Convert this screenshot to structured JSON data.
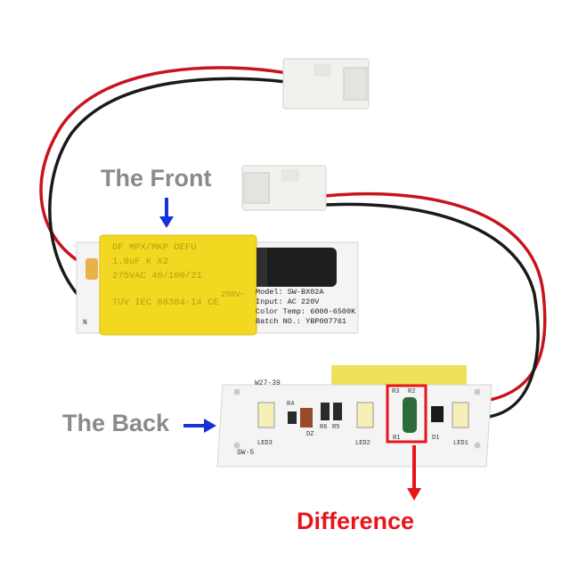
{
  "labels": {
    "front": "The Front",
    "back": "The Back",
    "difference": "Difference"
  },
  "front_board": {
    "capacitor_lines": [
      "DF  MPX/MKP DEFU",
      "1.8uF  K  X2",
      "275VAC 40/100/21",
      "TUV IEC 60384-14 CE"
    ],
    "voltage_mark": "250V~",
    "info_lines": [
      "Model: SW-BX02A",
      "Input: AC 220V",
      "Color Temp: 6000-6500K",
      "Batch NO.: YBP007761"
    ],
    "side_mark": "N"
  },
  "back_board": {
    "model": "W27-39",
    "series": "SW-5",
    "components": {
      "r4": "R4",
      "dz": "DZ",
      "r6": "R6",
      "r5": "R5",
      "r3": "R3",
      "r2": "R2",
      "r1": "R1",
      "d1": "D1",
      "led1": "LED1",
      "led2": "LED2",
      "led3": "LED3"
    }
  },
  "colors": {
    "label_gray": "#8a8a8a",
    "arrow_blue": "#1533d8",
    "arrow_red": "#e8141c",
    "capacitor_yellow": "#f2d820",
    "pcb_white": "#f4f4f4",
    "wire_red": "#c8141c",
    "wire_black": "#1a1a1a"
  }
}
